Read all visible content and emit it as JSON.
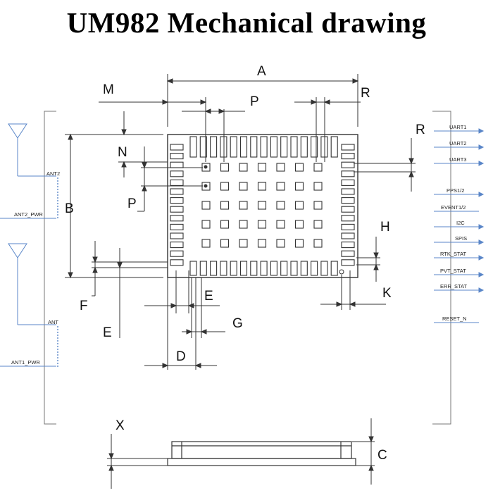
{
  "title": "UM982 Mechanical drawing",
  "dimension_labels": {
    "A": "A",
    "B": "B",
    "C": "C",
    "D": "D",
    "E_top": "E",
    "E_bottom": "E",
    "F": "F",
    "G": "G",
    "H": "H",
    "K": "K",
    "M": "M",
    "N": "N",
    "P_top": "P",
    "P_left": "P",
    "R_top": "R",
    "R_right": "R",
    "X": "X"
  },
  "left_signals": {
    "ant2": "ANT2",
    "ant2_pwr": "ANT2_PWR",
    "ant": "ANT",
    "ant1_pwr": "ANT1_PWR"
  },
  "right_signals": [
    "UART1",
    "UART2",
    "UART3",
    "PPS1/2",
    "EVENT1/2",
    "I2C",
    "SPIS",
    "RTK_STAT",
    "PVT_STAT",
    "ERR_STAT",
    "RESET_N"
  ]
}
